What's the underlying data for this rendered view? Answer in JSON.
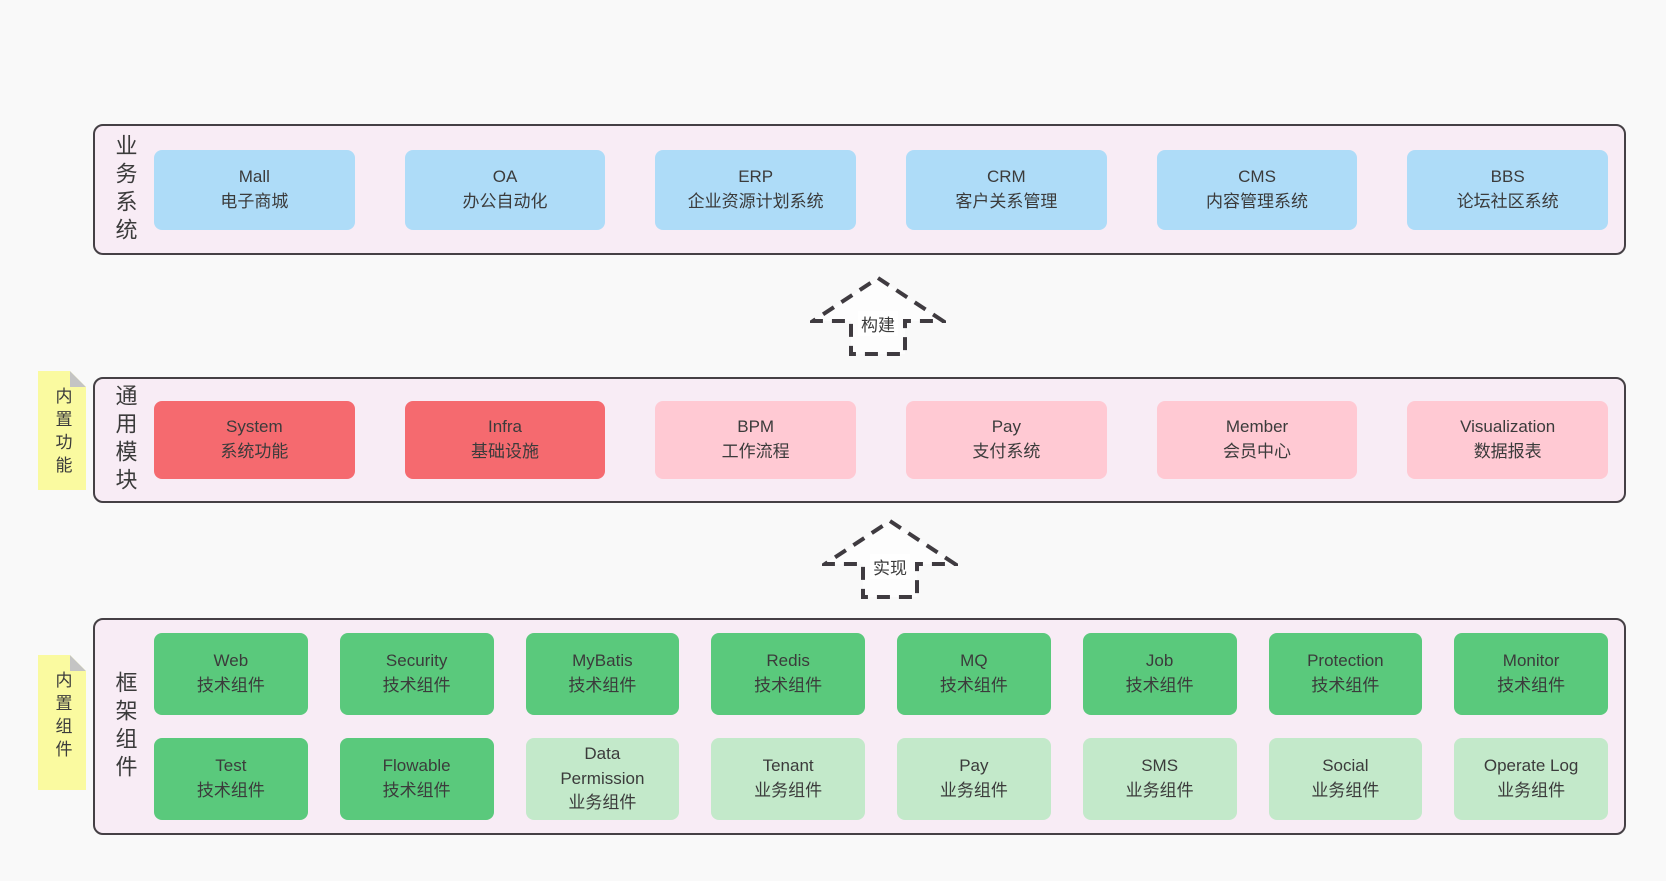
{
  "palette": {
    "page_bg": "#f9f9f9",
    "container_bg": "#f8ecf5",
    "container_border": "#454045",
    "blue": "#aedcf8",
    "red": "#f56a6f",
    "pink": "#ffc9d3",
    "green": "#5ac97c",
    "light_green": "#c3e9ca",
    "sticky_yellow": "#fafaa0",
    "sticky_fold": "#c4c4c4",
    "text": "#3b3b3b"
  },
  "arrows": [
    {
      "label": "构建"
    },
    {
      "label": "实现"
    }
  ],
  "layers": [
    {
      "label": "业务系统",
      "rows": [
        {
          "boxes": [
            {
              "title": "Mall",
              "subtitle": "电子商城",
              "color": "blue"
            },
            {
              "title": "OA",
              "subtitle": "办公自动化",
              "color": "blue"
            },
            {
              "title": "ERP",
              "subtitle": "企业资源计划系统",
              "color": "blue"
            },
            {
              "title": "CRM",
              "subtitle": "客户关系管理",
              "color": "blue"
            },
            {
              "title": "CMS",
              "subtitle": "内容管理系统",
              "color": "blue"
            },
            {
              "title": "BBS",
              "subtitle": "论坛社区系统",
              "color": "blue"
            }
          ]
        }
      ]
    },
    {
      "label": "通用模块",
      "sticky": "内置功能",
      "rows": [
        {
          "boxes": [
            {
              "title": "System",
              "subtitle": "系统功能",
              "color": "red"
            },
            {
              "title": "Infra",
              "subtitle": "基础设施",
              "color": "red"
            },
            {
              "title": "BPM",
              "subtitle": "工作流程",
              "color": "pink"
            },
            {
              "title": "Pay",
              "subtitle": "支付系统",
              "color": "pink"
            },
            {
              "title": "Member",
              "subtitle": "会员中心",
              "color": "pink"
            },
            {
              "title": "Visualization",
              "subtitle": "数据报表",
              "color": "pink"
            }
          ]
        }
      ]
    },
    {
      "label": "框架组件",
      "sticky": "内置组件",
      "rows": [
        {
          "boxes": [
            {
              "title": "Web",
              "subtitle": "技术组件",
              "color": "green"
            },
            {
              "title": "Security",
              "subtitle": "技术组件",
              "color": "green"
            },
            {
              "title": "MyBatis",
              "subtitle": "技术组件",
              "color": "green"
            },
            {
              "title": "Redis",
              "subtitle": "技术组件",
              "color": "green"
            },
            {
              "title": "MQ",
              "subtitle": "技术组件",
              "color": "green"
            },
            {
              "title": "Job",
              "subtitle": "技术组件",
              "color": "green"
            },
            {
              "title": "Protection",
              "subtitle": "技术组件",
              "color": "green"
            },
            {
              "title": "Monitor",
              "subtitle": "技术组件",
              "color": "green"
            }
          ]
        },
        {
          "boxes": [
            {
              "title": "Test",
              "subtitle": "技术组件",
              "color": "green"
            },
            {
              "title": "Flowable",
              "subtitle": "技术组件",
              "color": "green"
            },
            {
              "title": "Data Permission",
              "subtitle": "业务组件",
              "color": "light_green"
            },
            {
              "title": "Tenant",
              "subtitle": "业务组件",
              "color": "light_green"
            },
            {
              "title": "Pay",
              "subtitle": "业务组件",
              "color": "light_green"
            },
            {
              "title": "SMS",
              "subtitle": "业务组件",
              "color": "light_green"
            },
            {
              "title": "Social",
              "subtitle": "业务组件",
              "color": "light_green"
            },
            {
              "title": "Operate Log",
              "subtitle": "业务组件",
              "color": "light_green"
            }
          ]
        }
      ]
    }
  ]
}
